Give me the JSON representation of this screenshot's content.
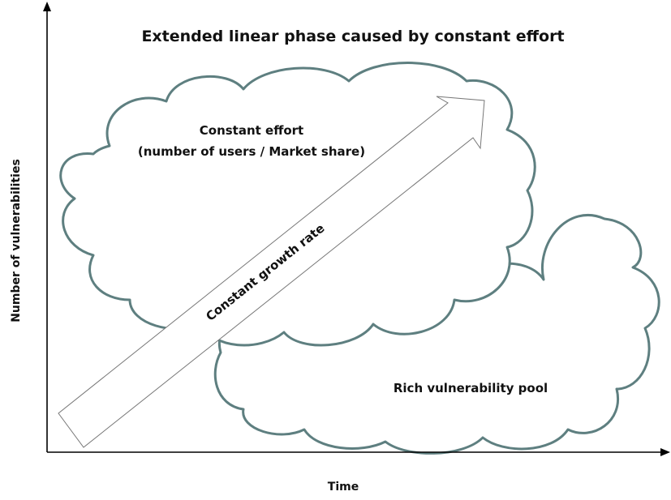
{
  "title": "Extended linear phase caused by constant effort",
  "axes": {
    "x_label": "Time",
    "y_label": "Number of vulnerabilities"
  },
  "clouds": {
    "upper": {
      "line1": "Constant effort",
      "line2": "(number of users / Market share)"
    },
    "lower": {
      "label": "Rich vulnerability pool"
    }
  },
  "arrow": {
    "label": "Constant growth rate"
  },
  "colors": {
    "cloud_outline": "#5e7f80",
    "arrow_outline": "#777777",
    "axis": "#000000"
  }
}
